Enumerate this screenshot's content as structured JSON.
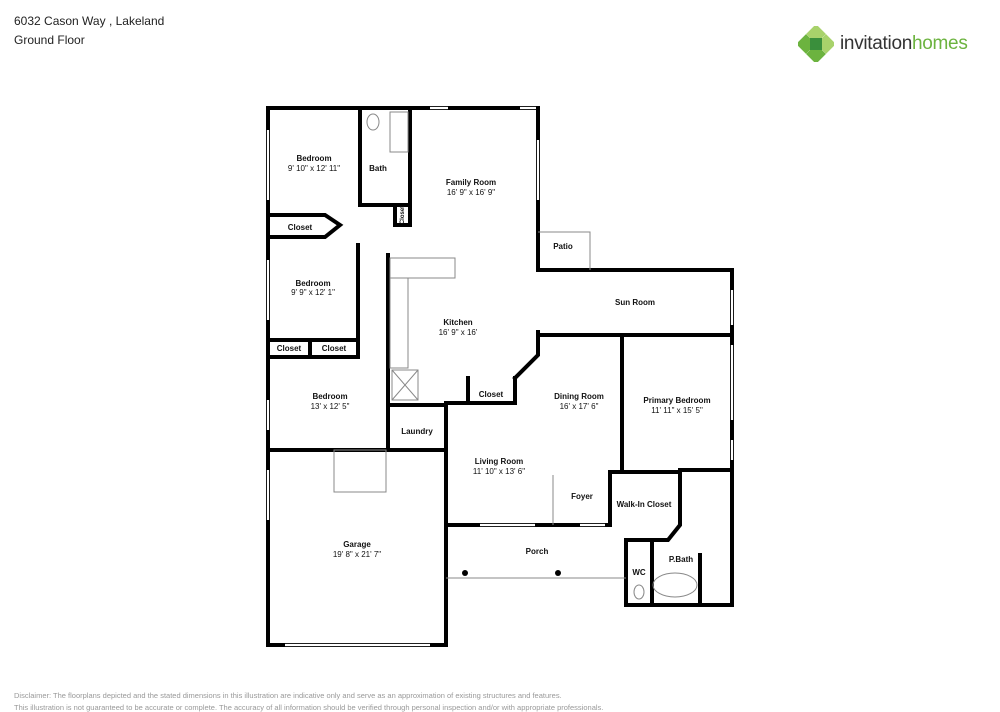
{
  "header": {
    "address": "6032 Cason Way , Lakeland",
    "floor": "Ground Floor"
  },
  "logo": {
    "text_a": "invitation",
    "text_b": "homes",
    "colors": [
      "#6cb33f",
      "#3a8f3c",
      "#a8d26b"
    ]
  },
  "rooms": {
    "bedroom1": {
      "name": "Bedroom",
      "dims": "9' 10\" x 12' 11\""
    },
    "bath": {
      "name": "Bath"
    },
    "family": {
      "name": "Family Room",
      "dims": "16' 9\" x 16' 9\""
    },
    "closet_hall": {
      "name": "Closet"
    },
    "closet_bath": {
      "name": "Closet"
    },
    "bedroom2": {
      "name": "Bedroom",
      "dims": "9' 9\" x 12' 1\""
    },
    "closet_b2a": {
      "name": "Closet"
    },
    "closet_b2b": {
      "name": "Closet"
    },
    "kitchen": {
      "name": "Kitchen",
      "dims": "16' 9\" x 16'"
    },
    "closet_kitchen": {
      "name": "Closet"
    },
    "bedroom3": {
      "name": "Bedroom",
      "dims": "13' x 12' 5\""
    },
    "laundry": {
      "name": "Laundry"
    },
    "patio": {
      "name": "Patio"
    },
    "sunroom": {
      "name": "Sun Room"
    },
    "dining": {
      "name": "Dining Room",
      "dims": "16' x 17' 6\""
    },
    "primary": {
      "name": "Primary Bedroom",
      "dims": "11' 11\" x 15' 5\""
    },
    "living": {
      "name": "Living Room",
      "dims": "11' 10\" x 13' 6\""
    },
    "foyer": {
      "name": "Foyer"
    },
    "walkin": {
      "name": "Walk-In Closet"
    },
    "garage": {
      "name": "Garage",
      "dims": "19' 8\" x 21' 7\""
    },
    "porch": {
      "name": "Porch"
    },
    "wc": {
      "name": "WC"
    },
    "pbath": {
      "name": "P.Bath"
    }
  },
  "disclaimer": {
    "line1": "Disclaimer: The floorplans depicted and the stated dimensions in this illustration are indicative only and serve as an approximation of existing structures and features.",
    "line2": "This illustration is not guaranteed to be accurate or complete. The accuracy of all information should be verified through personal inspection and/or with appropriate professionals."
  }
}
